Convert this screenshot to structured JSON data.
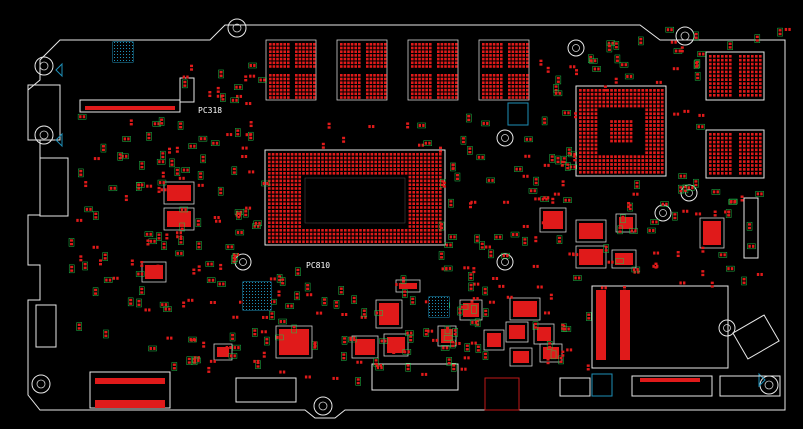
{
  "board": {
    "background": "#000000",
    "colors": {
      "outline": "#e8e8e8",
      "pad": "#e01a1a",
      "silkscreen_component": "#21c24a",
      "keepout": "#1e8fb8",
      "label": "#ffffff"
    }
  },
  "labels": {
    "pc318": "PC318",
    "pc810": "PC810"
  },
  "components": {
    "cpu": "cpu-bga-package",
    "pch": "pch-bga-package",
    "vram": [
      "vram-chip-1",
      "vram-chip-2",
      "vram-chip-3",
      "vram-chip-4"
    ],
    "right_memory": [
      "memory-chip-top-right",
      "memory-chip-mid-right"
    ],
    "ssd_slot": "m2-ssd-slot"
  }
}
